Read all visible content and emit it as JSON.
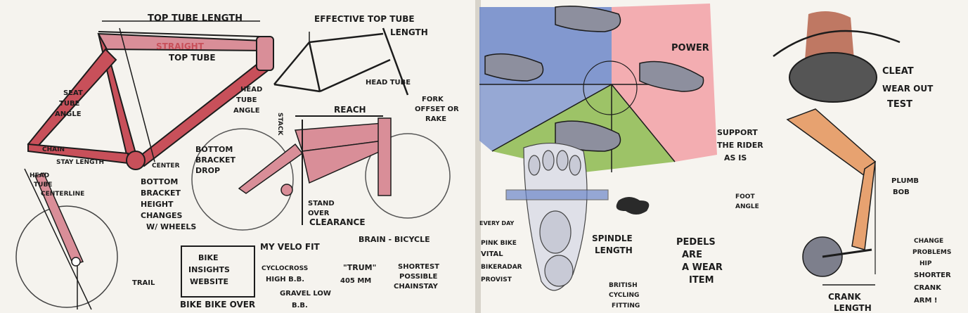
{
  "labels": {
    "top_tube_length": "TOP TUBE LENGTH",
    "straight_top_tube_1": "STRAIGHT",
    "straight_top_tube_2": "TOP TUBE",
    "effective_top_tube_1": "EFFECTIVE TOP TUBE",
    "effective_top_tube_2": "LENGTH",
    "seat_tube_angle_1": "SEAT",
    "seat_tube_angle_2": "TUBE",
    "seat_tube_angle_3": "ANGLE",
    "head_tube_angle_1": "HEAD",
    "head_tube_angle_2": "TUBE",
    "head_tube_angle_3": "ANGLE",
    "head_tube": "HEAD TUBE",
    "fork_offset_1": "FORK",
    "fork_offset_2": "OFFSET OR",
    "fork_offset_3": "RAKE",
    "chain_stay_1": "CHAIN",
    "chain_stay_2": "STAY LENGTH",
    "center": "CENTER",
    "bb_drop_1": "BOTTOM",
    "bb_drop_2": "BRACKET",
    "bb_drop_3": "DROP",
    "stack": "STACK",
    "reach": "REACH",
    "head_tube_centerline_1": "HEAD",
    "head_tube_centerline_2": "TUBE",
    "head_tube_centerline_3": "CENTERLINE",
    "bb_height_1": "BOTTOM",
    "bb_height_2": "BRACKET",
    "bb_height_3": "HEIGHT",
    "bb_height_4": "CHANGES",
    "bb_height_5": "W/ WHEELS",
    "stand_over_1": "STAND",
    "stand_over_2": "OVER",
    "stand_over_3": "CLEARANCE",
    "trail": "TRAIL",
    "bike_insights_1": "BIKE",
    "bike_insights_2": "INSIGHTS",
    "bike_insights_3": "WEBSITE",
    "bike_bike_over": "BIKE BIKE OVER",
    "my_velo_fit": "MY VELO FIT",
    "cyclocross_1": "CYCLOCROSS",
    "cyclocross_2": "HIGH B.B.",
    "gravel_1": "GRAVEL LOW",
    "gravel_2": "B.B.",
    "trum_1": "\"TRUM\"",
    "trum_2": "405 MM",
    "shortest_1": "SHORTEST",
    "shortest_2": "POSSIBLE",
    "shortest_3": "CHAINSTAY",
    "brain_bicycle": "BRAIN - BICYCLE",
    "power": "POWER",
    "support_1": "SUPPORT",
    "support_2": "THE RIDER",
    "support_3": "AS IS",
    "foot_angle_1": "FOOT",
    "foot_angle_2": "ANGLE",
    "every_day": "EVERY DAY",
    "pink_bike_1": "PINK BIKE",
    "pink_bike_2": "VITAL",
    "pink_bike_3": "BIKERADAR",
    "pink_bike_4": "PROVIST",
    "spindle_1": "SPINDLE",
    "spindle_2": "LENGTH",
    "pedals_1": "PEDELS",
    "pedals_2": "ARE",
    "pedals_3": "A WEAR",
    "pedals_4": "ITEM",
    "british_1": "BRITISH",
    "british_2": "CYCLING",
    "british_3": "FITTING",
    "cleat_1": "CLEAT",
    "cleat_2": "WEAR OUT",
    "cleat_3": "TEST",
    "plumb_1": "PLUMB",
    "plumb_2": "BOB",
    "crank_1": "CRANK",
    "crank_2": "LENGTH",
    "change_1": "CHANGE",
    "change_2": "PROBLEMS",
    "change_3": "HIP",
    "change_4": "SHORTER",
    "change_5": "CRANK",
    "change_6": "ARM !"
  },
  "colors": {
    "paper": "#f3f1ec",
    "frame_red": "#c8505a",
    "frame_pink": "#d98e98",
    "ink": "#1c1c1c",
    "wash_blue": "#6d87c9",
    "wash_pink": "#f2a0a6",
    "wash_green": "#8dba4f",
    "shoe_grey": "#8d8f9e",
    "skin": "#e7a270"
  }
}
